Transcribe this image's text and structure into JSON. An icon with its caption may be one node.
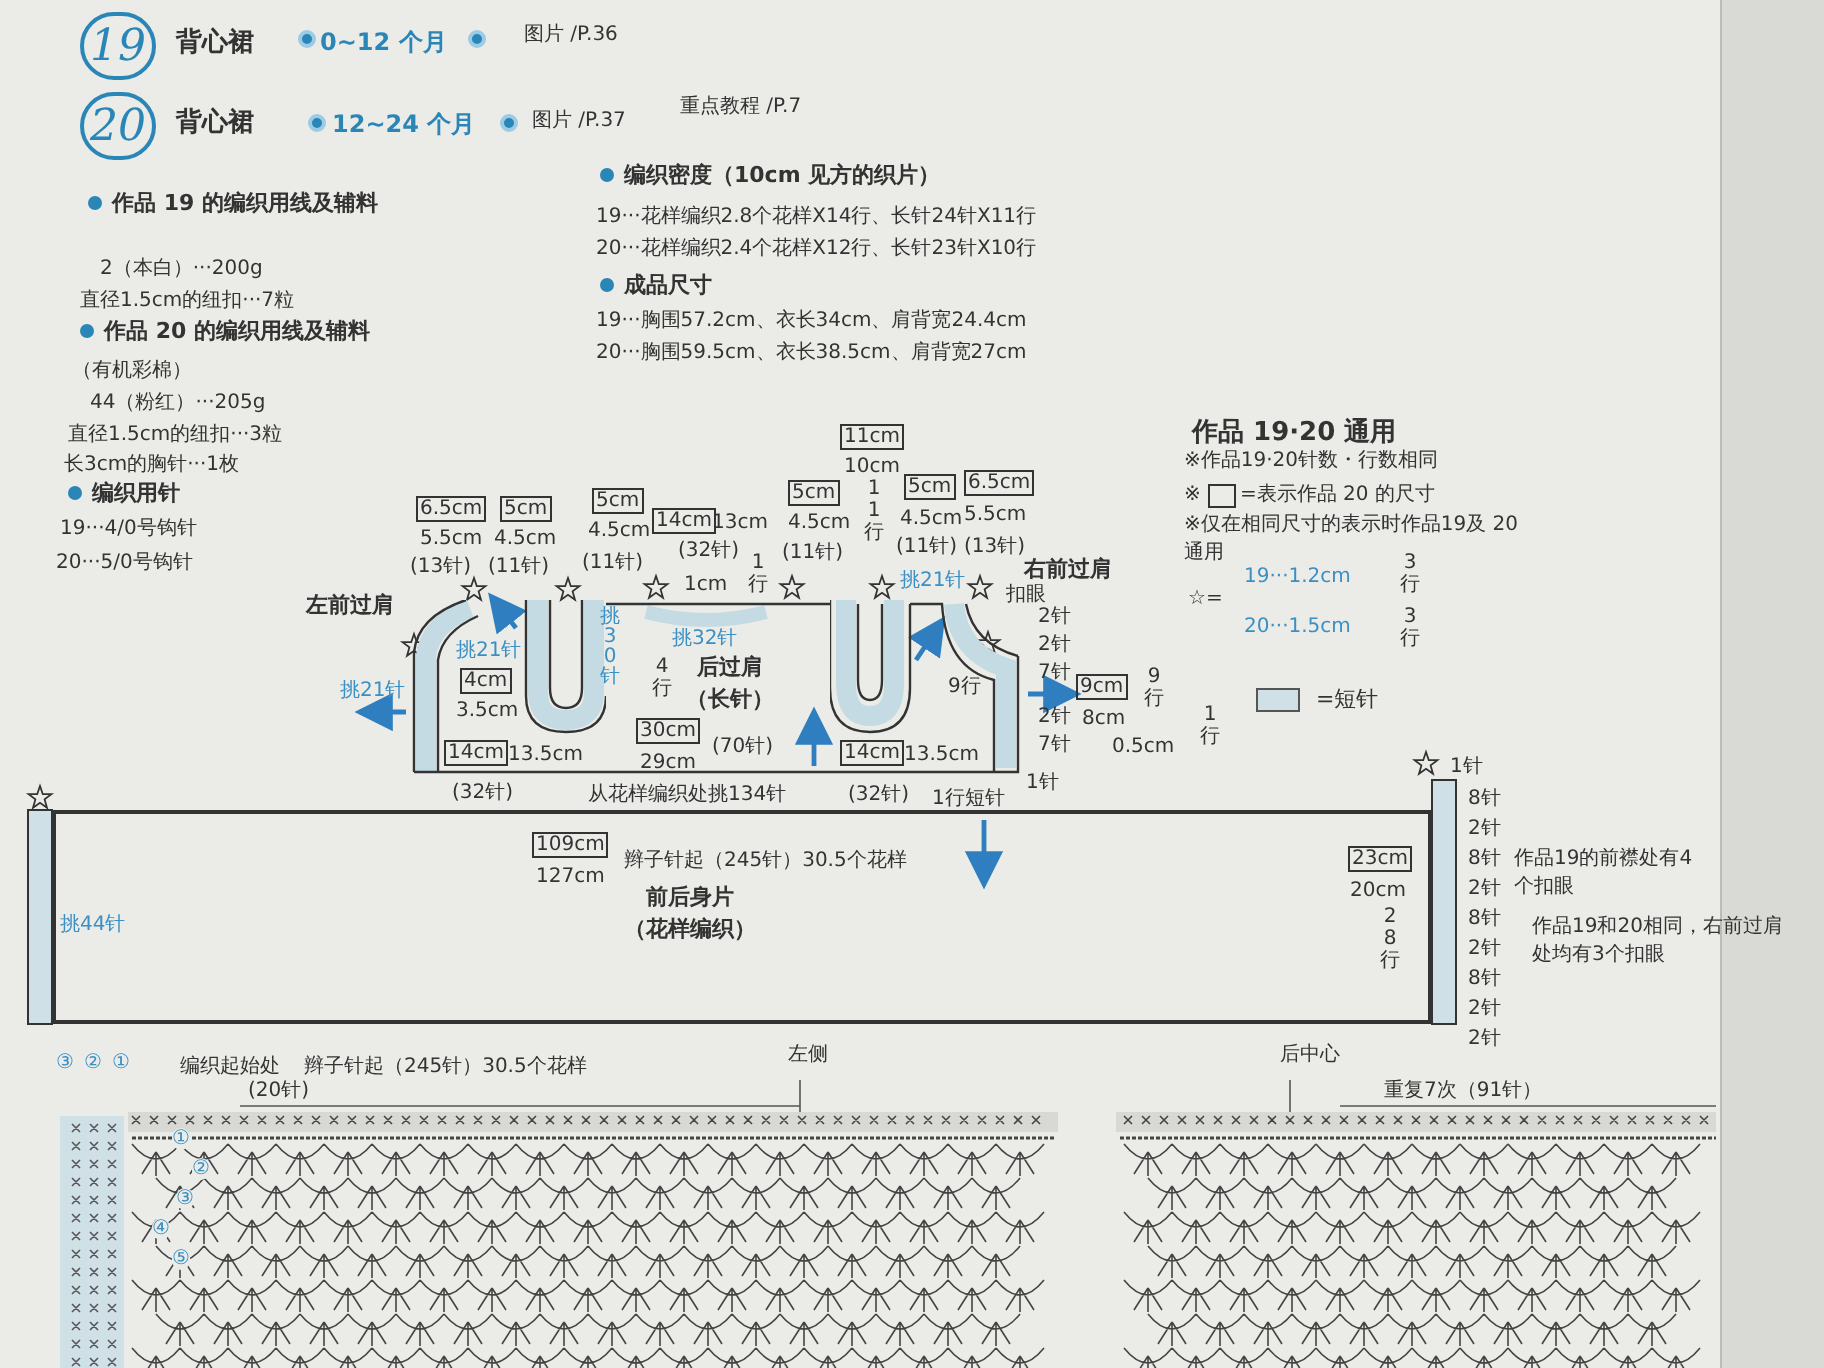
{
  "diagram": {
    "nodes": [
      {
        "text": [
          "左前过肩"
        ]
      },
      {
        "text": [
          "后过肩",
          "（长针）"
        ]
      },
      {
        "text": [
          "右前过肩"
        ]
      },
      {
        "text": [
          "前后身片",
          "（花样编织）"
        ]
      }
    ],
    "labels": [
      "19",
      "背心裙",
      "0~12 个月",
      "图片 /P.36",
      "20",
      "背心裙",
      "12~24 个月",
      "图片 /P.37",
      "重点教程 /P.7",
      "作品 19 的编织用线及辅料",
      "2（本白）···200g",
      "直径1.5cm的纽扣···7粒",
      "作品 20 的编织用线及辅料",
      "（有机彩棉）",
      "44（粉红）···205g",
      "直径1.5cm的纽扣···3粒",
      "长3cm的胸针···1枚",
      "编织用针",
      "19···4/0号钩针",
      "20···5/0号钩针",
      "编织密度（10cm 见方的织片）",
      "19···花样编织2.8个花样X14行、长针24针X11行",
      "20···花样编织2.4个花样X12行、长针23针X10行",
      "成品尺寸",
      "19···胸围57.2cm、衣长34cm、肩背宽24.4cm",
      "20···胸围59.5cm、衣长38.5cm、肩背宽27cm",
      "作品 19·20 通用",
      "※作品19·20针数・行数相同",
      "※",
      "=表示作品 20 的尺寸",
      "※仅在相同尺寸的表示时作品19及 20通用",
      "☆=",
      "19···1.2cm",
      "3行",
      "20···1.5cm",
      "3行",
      "6.5cm",
      "5.5cm",
      "(13针)",
      "5cm",
      "4.5cm",
      "(11针)",
      "5cm",
      "4.5cm",
      "(11针)",
      "14cm",
      "13cm",
      "(32针)",
      "1cm",
      "1行",
      "11cm",
      "10cm",
      "11行",
      "5cm",
      "4.5cm",
      "(11针)",
      "5cm",
      "4.5cm",
      "6.5cm",
      "5.5cm",
      "(11针)",
      "(13针)",
      "挑32针",
      "挑30针",
      "挑21针",
      "挑21针",
      "扣眼",
      "4cm",
      "3.5cm",
      "4行",
      "挑21针",
      "14cm",
      "13.5cm",
      "(32针)",
      "30cm",
      "29cm",
      "(70针)",
      "14cm",
      "13.5cm",
      "(32针)",
      "9行",
      "2针",
      "2针",
      "7针",
      "2针",
      "7针",
      "9cm",
      "8cm",
      "9行",
      "0.5cm",
      "1行",
      "从花样编织处挑134针",
      "1行短针",
      "1针",
      "1针",
      "109cm",
      "127cm",
      "辫子针起（245针）30.5个花样",
      "挑44针",
      "23cm",
      "20cm",
      "28行",
      "8针",
      "2针",
      "8针",
      "2针",
      "8针",
      "2针",
      "8针",
      "2针",
      "2针",
      "作品19的前襟处有4个扣眼",
      "作品19和20相同，右前过肩处均有3个扣眼",
      "③",
      "②",
      "①",
      "编织起始处",
      "辫子针起（245针）30.5个花样",
      "(20针)",
      "左侧",
      "后中心",
      "重复7次（91针）",
      "①",
      "②",
      "③",
      "④",
      "⑤"
    ],
    "legend": [
      {
        "text": "=短针",
        "color": "#cfe0e6"
      }
    ]
  }
}
